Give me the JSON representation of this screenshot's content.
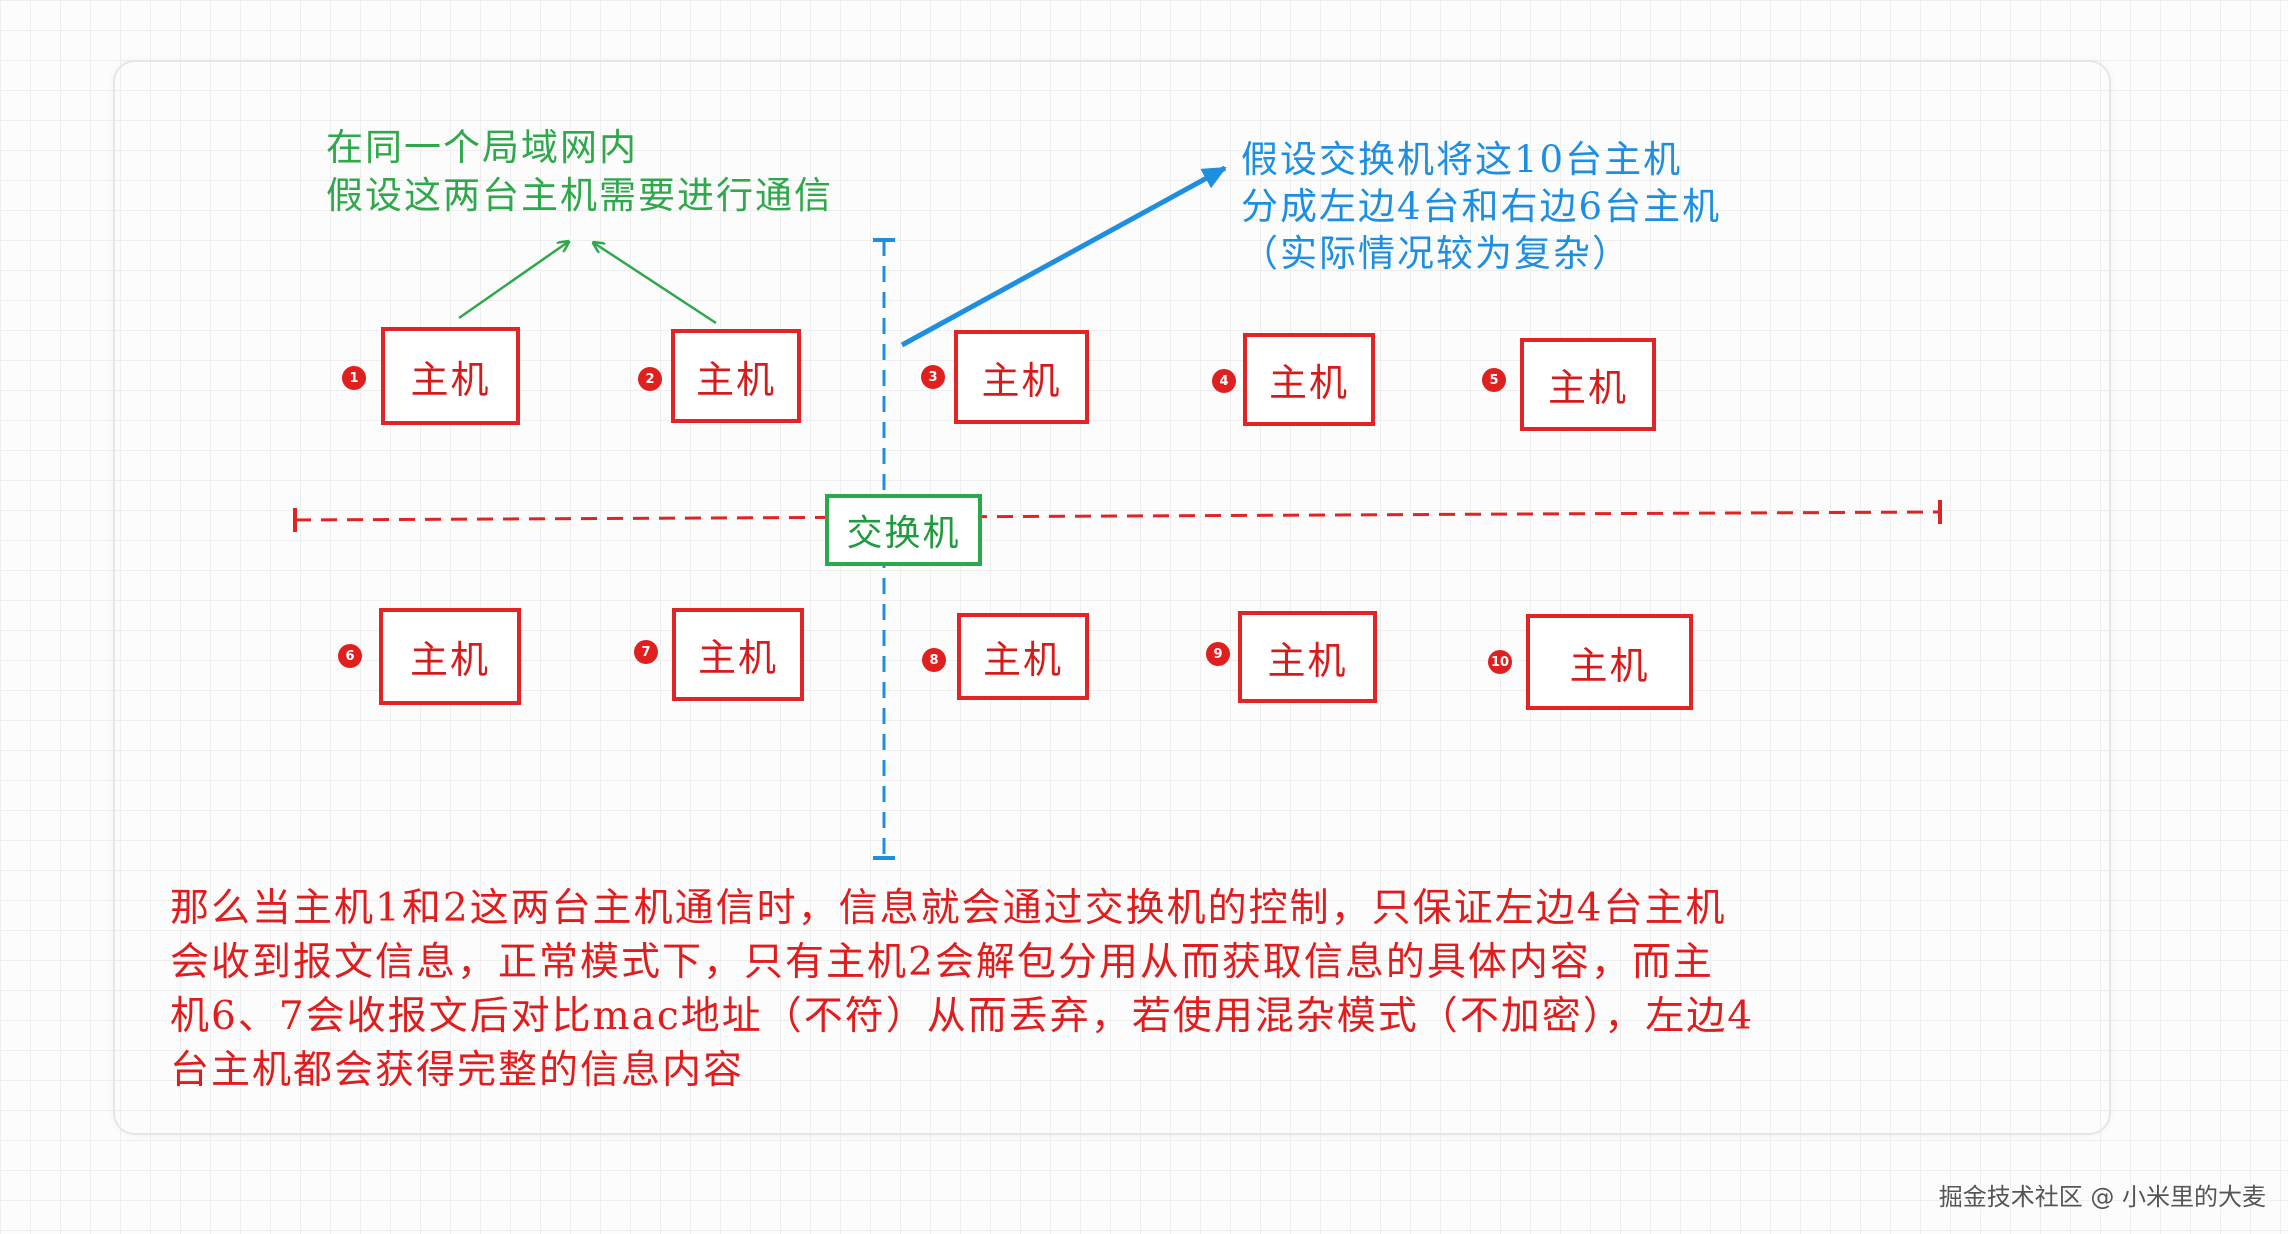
{
  "colors": {
    "host_red": "#e32424",
    "switch_green": "#2aa84a",
    "note_green": "#2ea84a",
    "note_blue": "#1e8fe0",
    "divider_red": "#e02424",
    "divider_blue": "#1e8fe0"
  },
  "notes": {
    "green": {
      "line1": "在同一个局域网内",
      "line2": "假设这两台主机需要进行通信"
    },
    "blue": {
      "line1": "假设交换机将这10台主机",
      "line2": "分成左边4台和右边6台主机",
      "line3": "（实际情况较为复杂）"
    }
  },
  "switch": {
    "label": "交换机"
  },
  "hosts": [
    {
      "number": "1",
      "label": "主机"
    },
    {
      "number": "2",
      "label": "主机"
    },
    {
      "number": "3",
      "label": "主机"
    },
    {
      "number": "4",
      "label": "主机"
    },
    {
      "number": "5",
      "label": "主机"
    },
    {
      "number": "6",
      "label": "主机"
    },
    {
      "number": "7",
      "label": "主机"
    },
    {
      "number": "8",
      "label": "主机"
    },
    {
      "number": "9",
      "label": "主机"
    },
    {
      "number": "10",
      "label": "主机"
    }
  ],
  "explanation": {
    "line1": "那么当主机1和2这两台主机通信时，信息就会通过交换机的控制，只保证左边4台主机",
    "line2": "会收到报文信息，正常模式下，只有主机2会解包分用从而获取信息的具体内容，而主",
    "line3": "机6、7会收报文后对比mac地址（不符）从而丢弃，若使用混杂模式（不加密），左边4",
    "line4": "台主机都会获得完整的信息内容"
  },
  "watermark": "掘金技术社区 @ 小米里的大麦"
}
